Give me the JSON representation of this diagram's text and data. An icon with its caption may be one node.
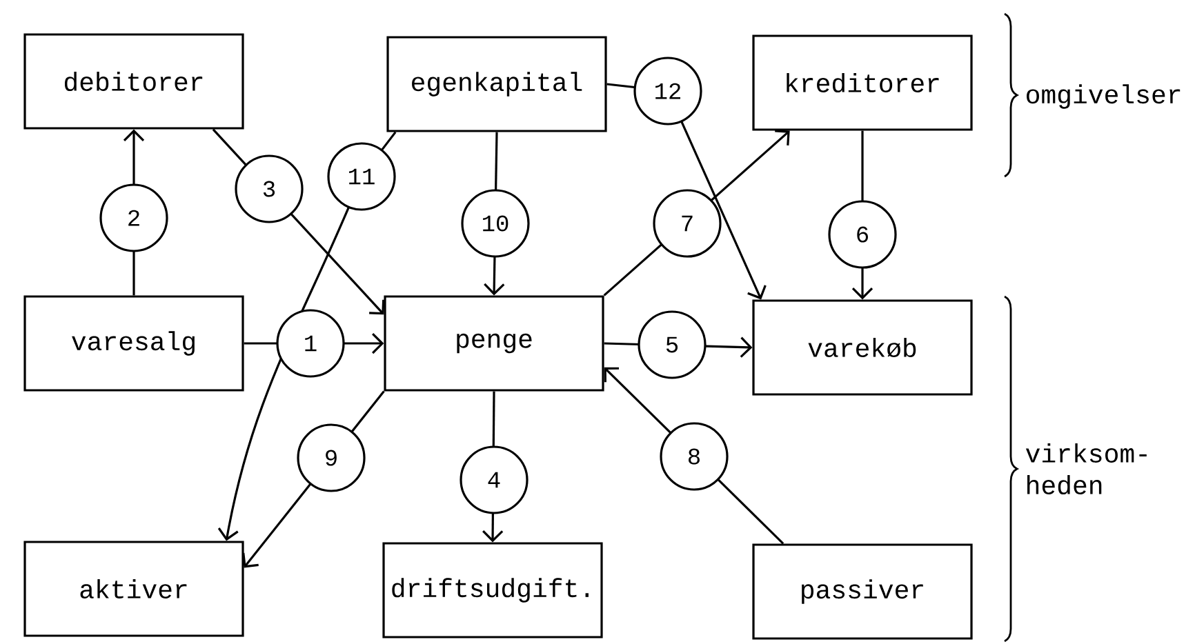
{
  "diagram": {
    "nodes": [
      {
        "text": [
          "debitorer"
        ]
      },
      {
        "text": [
          "egenkapital"
        ]
      },
      {
        "text": [
          "kreditorer"
        ]
      },
      {
        "text": [
          "varesalg"
        ]
      },
      {
        "text": [
          "penge"
        ]
      },
      {
        "text": [
          "varekøb"
        ]
      },
      {
        "text": [
          "aktiver"
        ]
      },
      {
        "text": [
          "driftsudgift."
        ]
      },
      {
        "text": [
          "passiver"
        ]
      }
    ],
    "edges": [
      {
        "from": 3,
        "to": 4,
        "arrow": "to",
        "label": "1"
      },
      {
        "from": 3,
        "to": 0,
        "arrow": "to",
        "label": "2"
      },
      {
        "from": 0,
        "to": 4,
        "arrow": "to",
        "label": "3"
      },
      {
        "from": 4,
        "to": 7,
        "arrow": "to",
        "label": "4"
      },
      {
        "from": 4,
        "to": 5,
        "arrow": "to",
        "label": "5"
      },
      {
        "from": 2,
        "to": 5,
        "arrow": "to",
        "label": "6"
      },
      {
        "from": 4,
        "to": 2,
        "arrow": "to",
        "label": "7"
      },
      {
        "from": 8,
        "to": 4,
        "arrow": "to",
        "label": "8"
      },
      {
        "from": 4,
        "to": 6,
        "arrow": "to",
        "label": "9"
      },
      {
        "from": 1,
        "to": 4,
        "arrow": "to",
        "label": "10"
      },
      {
        "from": 1,
        "to": 6,
        "arrow": "to",
        "label": "11"
      },
      {
        "from": 1,
        "to": 5,
        "arrow": "to",
        "label": "12"
      }
    ],
    "labels": [
      "omgivelser",
      "virksom- heden"
    ]
  }
}
